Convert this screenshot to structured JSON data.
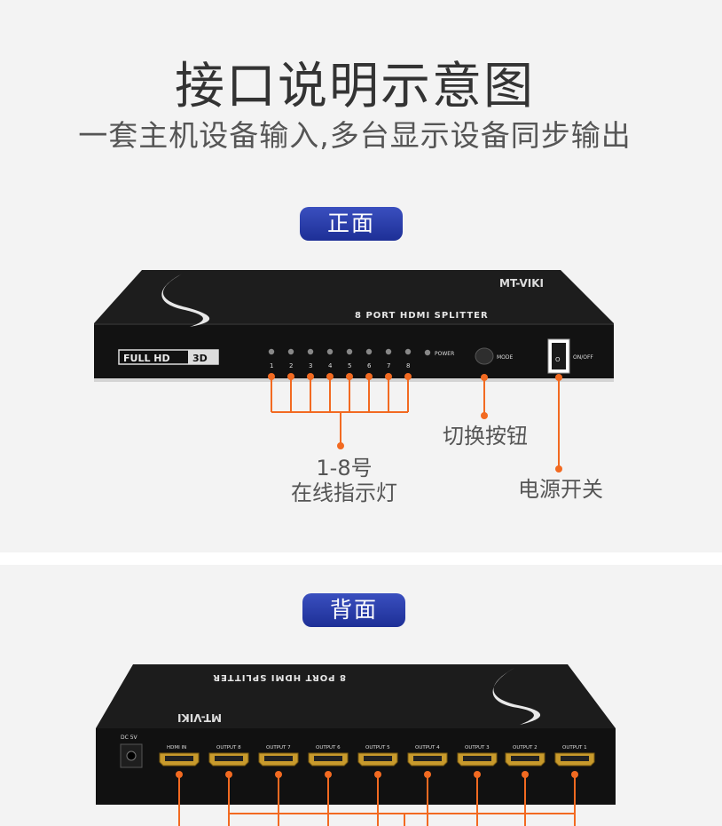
{
  "header": {
    "title": "接口说明示意图",
    "subtitle": "一套主机设备输入,多台显示设备同步输出"
  },
  "front": {
    "badge": "正面",
    "brand": "MT-VIKI",
    "model_text": "8 PORT HDMI SPLITTER",
    "full_hd_label": "FULL HD",
    "three_d_label": "3D",
    "led_numbers": [
      "1",
      "2",
      "3",
      "4",
      "5",
      "6",
      "7",
      "8"
    ],
    "power_label": "POWER",
    "mode_label": "MODE",
    "onoff_label": "ON/OFF",
    "switch_mark": "O",
    "callouts": {
      "leds_line1": "1-8号",
      "leds_line2": "在线指示灯",
      "mode_button": "切换按钮",
      "power_switch": "电源开关"
    }
  },
  "back": {
    "badge": "背面",
    "brand": "MT-VIKI",
    "model_text": "8 PORT HDMI SPLITTER",
    "dc_label": "DC 5V",
    "ports": [
      "HDMI IN",
      "OUTPUT 8",
      "OUTPUT 7",
      "OUTPUT 6",
      "OUTPUT 5",
      "OUTPUT 4",
      "OUTPUT 3",
      "OUTPUT 2",
      "OUTPUT 1"
    ]
  },
  "colors": {
    "accent_orange": "#f26a21",
    "badge_blue": "#2438a8",
    "device_black": "#161616"
  }
}
